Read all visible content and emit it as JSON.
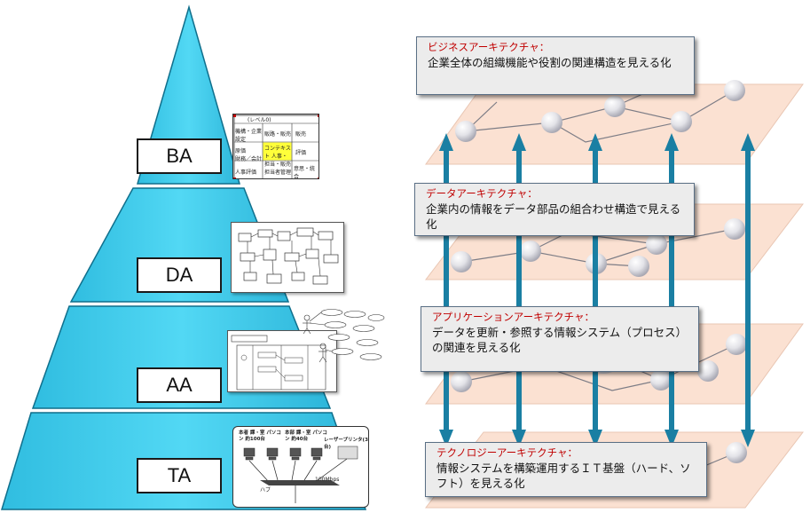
{
  "pyramid": {
    "levels": [
      {
        "label": "BA"
      },
      {
        "label": "DA"
      },
      {
        "label": "AA"
      },
      {
        "label": "TA"
      }
    ]
  },
  "callouts": [
    {
      "title": "ビジネスアーキテクチャ：",
      "desc": "企業全体の組織機能や役割の関連構造を見える化"
    },
    {
      "title": "データアーキテクチャ：",
      "desc": "企業内の情報をデータ部品の組合わせ構造で見える化"
    },
    {
      "title": "アプリケーションアーキテクチャ：",
      "desc": "データを更新・参照する情報システム（プロセス）の関連を見える化"
    },
    {
      "title": "テクノロジーアーキテクチャ：",
      "desc": "情報システムを構築運用するＩＴ基盤（ハード、ソフト）を見える化"
    }
  ],
  "thumbnails": {
    "ba_table": {
      "header": "(レベル0)",
      "cells": [
        "機構・企業設定",
        "販路・販売",
        "販売",
        "コンテキスト 人事・担当・販売",
        "評価",
        "原価",
        "意思・統合",
        "財務／会計",
        "人事評価",
        "担当者管理"
      ]
    },
    "ta_network": {
      "pc_group1": "本者 課・室 パソコン 約100台",
      "pc_group2": "本部 課・室 パソコン 約40台",
      "printer": "レーザープリンタ(3台)",
      "hub": "ハブ",
      "speed": "100Mbps"
    }
  },
  "colors": {
    "pyramid_fill": "#38c9ea",
    "pyramid_edge": "#0f6f8c",
    "plane_fill": "#fbe1d2",
    "arrow": "#1a7fa3",
    "title_red": "#c00000",
    "callout_bg": "#ececec"
  }
}
